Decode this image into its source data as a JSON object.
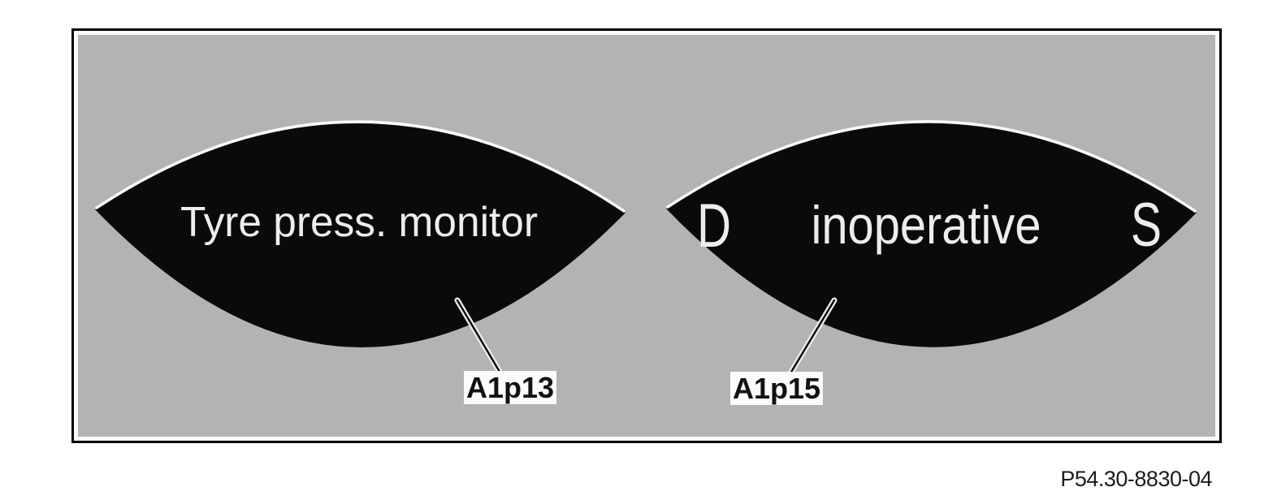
{
  "figure": {
    "code": "P54.30-8830-04"
  },
  "colors": {
    "panel_background": "#b3b3b3",
    "panel_border": "#000000",
    "lens_fill": "#0a0a0a",
    "lens_highlight": "#fafafa",
    "display_text": "#ededed",
    "label_background": "#fbfbfb",
    "label_text": "#111111"
  },
  "displays": [
    {
      "message": "Tyre press. monitor",
      "component_label": "A1p13"
    },
    {
      "left_indicator": "D",
      "message": "inoperative",
      "right_indicator": "S",
      "component_label": "A1p15"
    }
  ]
}
